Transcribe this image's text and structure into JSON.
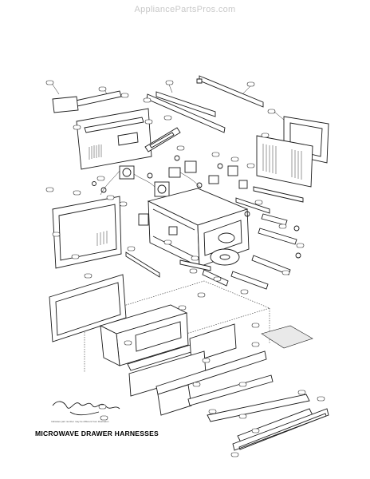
{
  "watermark": "AppliancePartsPros.com",
  "caption": "MICROWAVE DRAWER HARNESSES",
  "signature_note": "Indicates part number may be different from illustration"
}
